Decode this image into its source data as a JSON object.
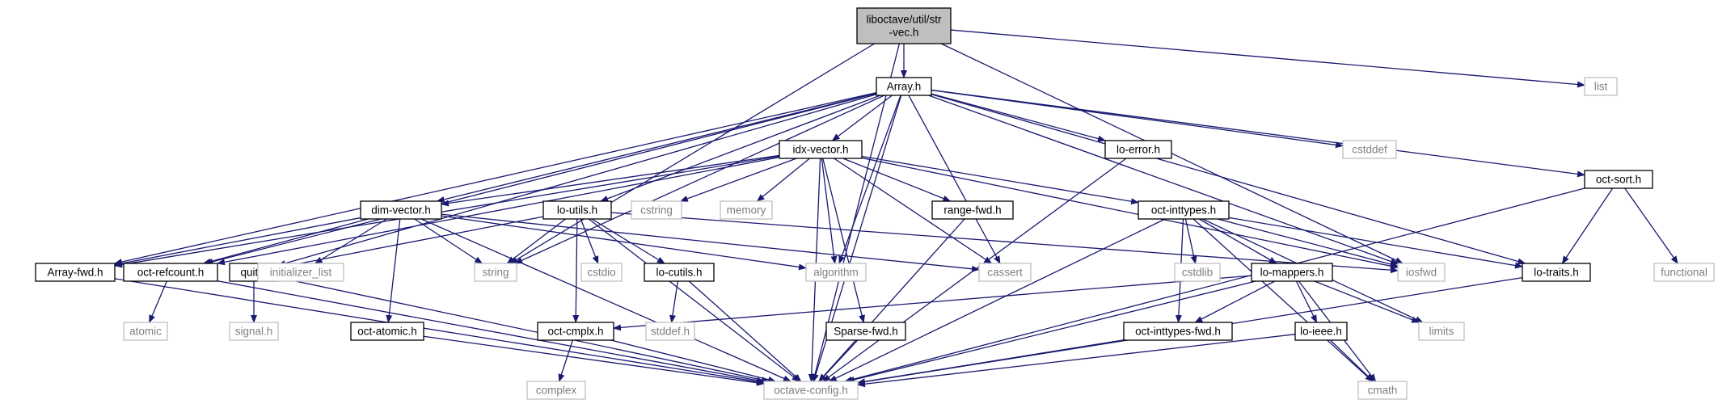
{
  "graph": {
    "edge_color": "#191970",
    "root_fill": "#bfbfbf",
    "local_border": "#000000",
    "system_border": "#bfbfbf",
    "system_text": "#7f7f7f",
    "nodes": [
      {
        "id": "root",
        "lines": [
          "liboctave/util/str",
          "-vec.h"
        ],
        "kind": "root"
      },
      {
        "id": "array",
        "lines": [
          "Array.h"
        ],
        "kind": "local"
      },
      {
        "id": "list",
        "lines": [
          "list"
        ],
        "kind": "system"
      },
      {
        "id": "idxvector",
        "lines": [
          "idx-vector.h"
        ],
        "kind": "local"
      },
      {
        "id": "loerror",
        "lines": [
          "lo-error.h"
        ],
        "kind": "local"
      },
      {
        "id": "cstddef",
        "lines": [
          "cstddef"
        ],
        "kind": "system"
      },
      {
        "id": "octsort",
        "lines": [
          "oct-sort.h"
        ],
        "kind": "local"
      },
      {
        "id": "dimvector",
        "lines": [
          "dim-vector.h"
        ],
        "kind": "local"
      },
      {
        "id": "loutils",
        "lines": [
          "lo-utils.h"
        ],
        "kind": "local"
      },
      {
        "id": "cstring",
        "lines": [
          "cstring"
        ],
        "kind": "system"
      },
      {
        "id": "memory",
        "lines": [
          "memory"
        ],
        "kind": "system"
      },
      {
        "id": "rangefwd",
        "lines": [
          "range-fwd.h"
        ],
        "kind": "local"
      },
      {
        "id": "octinttypes",
        "lines": [
          "oct-inttypes.h"
        ],
        "kind": "local"
      },
      {
        "id": "arrayfwd",
        "lines": [
          "Array-fwd.h"
        ],
        "kind": "local"
      },
      {
        "id": "octrefcount",
        "lines": [
          "oct-refcount.h"
        ],
        "kind": "local"
      },
      {
        "id": "quit",
        "lines": [
          "quit.h"
        ],
        "kind": "local"
      },
      {
        "id": "initlist",
        "lines": [
          "initializer_list"
        ],
        "kind": "system"
      },
      {
        "id": "string",
        "lines": [
          "string"
        ],
        "kind": "system"
      },
      {
        "id": "cstdio",
        "lines": [
          "cstdio"
        ],
        "kind": "system"
      },
      {
        "id": "algorithm",
        "lines": [
          "algorithm"
        ],
        "kind": "system"
      },
      {
        "id": "cassert",
        "lines": [
          "cassert"
        ],
        "kind": "system"
      },
      {
        "id": "cstdlib",
        "lines": [
          "cstdlib"
        ],
        "kind": "system"
      },
      {
        "id": "iosfwd",
        "lines": [
          "iosfwd"
        ],
        "kind": "system"
      },
      {
        "id": "lotraits",
        "lines": [
          "lo-traits.h"
        ],
        "kind": "local"
      },
      {
        "id": "functional",
        "lines": [
          "functional"
        ],
        "kind": "system"
      },
      {
        "id": "locutils",
        "lines": [
          "lo-cutils.h"
        ],
        "kind": "local"
      },
      {
        "id": "lomappers",
        "lines": [
          "lo-mappers.h"
        ],
        "kind": "local"
      },
      {
        "id": "atomic",
        "lines": [
          "atomic"
        ],
        "kind": "system"
      },
      {
        "id": "signal",
        "lines": [
          "signal.h"
        ],
        "kind": "system"
      },
      {
        "id": "stddef",
        "lines": [
          "stddef.h"
        ],
        "kind": "system"
      },
      {
        "id": "octcmplx",
        "lines": [
          "oct-cmplx.h"
        ],
        "kind": "local"
      },
      {
        "id": "sparsefwd",
        "lines": [
          "Sparse-fwd.h"
        ],
        "kind": "local"
      },
      {
        "id": "octinttypesfwd",
        "lines": [
          "oct-inttypes-fwd.h"
        ],
        "kind": "local"
      },
      {
        "id": "loieee",
        "lines": [
          "lo-ieee.h"
        ],
        "kind": "local"
      },
      {
        "id": "limits",
        "lines": [
          "limits"
        ],
        "kind": "system"
      },
      {
        "id": "octatomic",
        "lines": [
          "oct-atomic.h"
        ],
        "kind": "local"
      },
      {
        "id": "complex",
        "lines": [
          "complex"
        ],
        "kind": "system"
      },
      {
        "id": "octaveconfig",
        "lines": [
          "octave-config.h"
        ],
        "kind": "system"
      },
      {
        "id": "cmath",
        "lines": [
          "cmath"
        ],
        "kind": "system"
      }
    ],
    "edges": [
      [
        "root",
        "array"
      ],
      [
        "root",
        "list"
      ],
      [
        "root",
        "string"
      ],
      [
        "root",
        "iosfwd"
      ],
      [
        "root",
        "octaveconfig"
      ],
      [
        "array",
        "idxvector"
      ],
      [
        "array",
        "loerror"
      ],
      [
        "array",
        "cstddef"
      ],
      [
        "array",
        "octsort"
      ],
      [
        "array",
        "dimvector"
      ],
      [
        "array",
        "loutils"
      ],
      [
        "array",
        "arrayfwd"
      ],
      [
        "array",
        "octrefcount"
      ],
      [
        "array",
        "quit"
      ],
      [
        "array",
        "string"
      ],
      [
        "array",
        "algorithm"
      ],
      [
        "array",
        "cassert"
      ],
      [
        "array",
        "iosfwd"
      ],
      [
        "array",
        "lotraits"
      ],
      [
        "array",
        "octaveconfig"
      ],
      [
        "idxvector",
        "dimvector"
      ],
      [
        "idxvector",
        "cstring"
      ],
      [
        "idxvector",
        "memory"
      ],
      [
        "idxvector",
        "rangefwd"
      ],
      [
        "idxvector",
        "octinttypes"
      ],
      [
        "idxvector",
        "arrayfwd"
      ],
      [
        "idxvector",
        "octrefcount"
      ],
      [
        "idxvector",
        "algorithm"
      ],
      [
        "idxvector",
        "cassert"
      ],
      [
        "idxvector",
        "iosfwd"
      ],
      [
        "idxvector",
        "sparsefwd"
      ],
      [
        "idxvector",
        "octaveconfig"
      ],
      [
        "dimvector",
        "arrayfwd"
      ],
      [
        "dimvector",
        "octrefcount"
      ],
      [
        "dimvector",
        "initlist"
      ],
      [
        "dimvector",
        "string"
      ],
      [
        "dimvector",
        "algorithm"
      ],
      [
        "dimvector",
        "cassert"
      ],
      [
        "dimvector",
        "octatomic"
      ],
      [
        "dimvector",
        "octaveconfig"
      ],
      [
        "loutils",
        "quit"
      ],
      [
        "loutils",
        "string"
      ],
      [
        "loutils",
        "cstdio"
      ],
      [
        "loutils",
        "locutils"
      ],
      [
        "loutils",
        "octcmplx"
      ],
      [
        "loutils",
        "iosfwd"
      ],
      [
        "loutils",
        "octaveconfig"
      ],
      [
        "octinttypes",
        "cstdlib"
      ],
      [
        "octinttypes",
        "iosfwd"
      ],
      [
        "octinttypes",
        "lotraits"
      ],
      [
        "octinttypes",
        "lomappers"
      ],
      [
        "octinttypes",
        "octinttypesfwd"
      ],
      [
        "octinttypes",
        "limits"
      ],
      [
        "octinttypes",
        "cmath"
      ],
      [
        "octinttypes",
        "octaveconfig"
      ],
      [
        "octsort",
        "lotraits"
      ],
      [
        "octsort",
        "functional"
      ],
      [
        "octsort",
        "octaveconfig"
      ],
      [
        "loerror",
        "octaveconfig"
      ],
      [
        "rangefwd",
        "octaveconfig"
      ],
      [
        "arrayfwd",
        "octaveconfig"
      ],
      [
        "octrefcount",
        "atomic"
      ],
      [
        "octrefcount",
        "octaveconfig"
      ],
      [
        "quit",
        "signal"
      ],
      [
        "quit",
        "octaveconfig"
      ],
      [
        "locutils",
        "stddef"
      ],
      [
        "locutils",
        "octaveconfig"
      ],
      [
        "lomappers",
        "octcmplx"
      ],
      [
        "lomappers",
        "octinttypesfwd"
      ],
      [
        "lomappers",
        "loieee"
      ],
      [
        "lomappers",
        "limits"
      ],
      [
        "lomappers",
        "cmath"
      ],
      [
        "lomappers",
        "octaveconfig"
      ],
      [
        "octcmplx",
        "complex"
      ],
      [
        "octcmplx",
        "octaveconfig"
      ],
      [
        "sparsefwd",
        "octaveconfig"
      ],
      [
        "octinttypesfwd",
        "octaveconfig"
      ],
      [
        "loieee",
        "cmath"
      ],
      [
        "loieee",
        "octaveconfig"
      ],
      [
        "lotraits",
        "octaveconfig"
      ],
      [
        "octatomic",
        "octaveconfig"
      ]
    ]
  }
}
